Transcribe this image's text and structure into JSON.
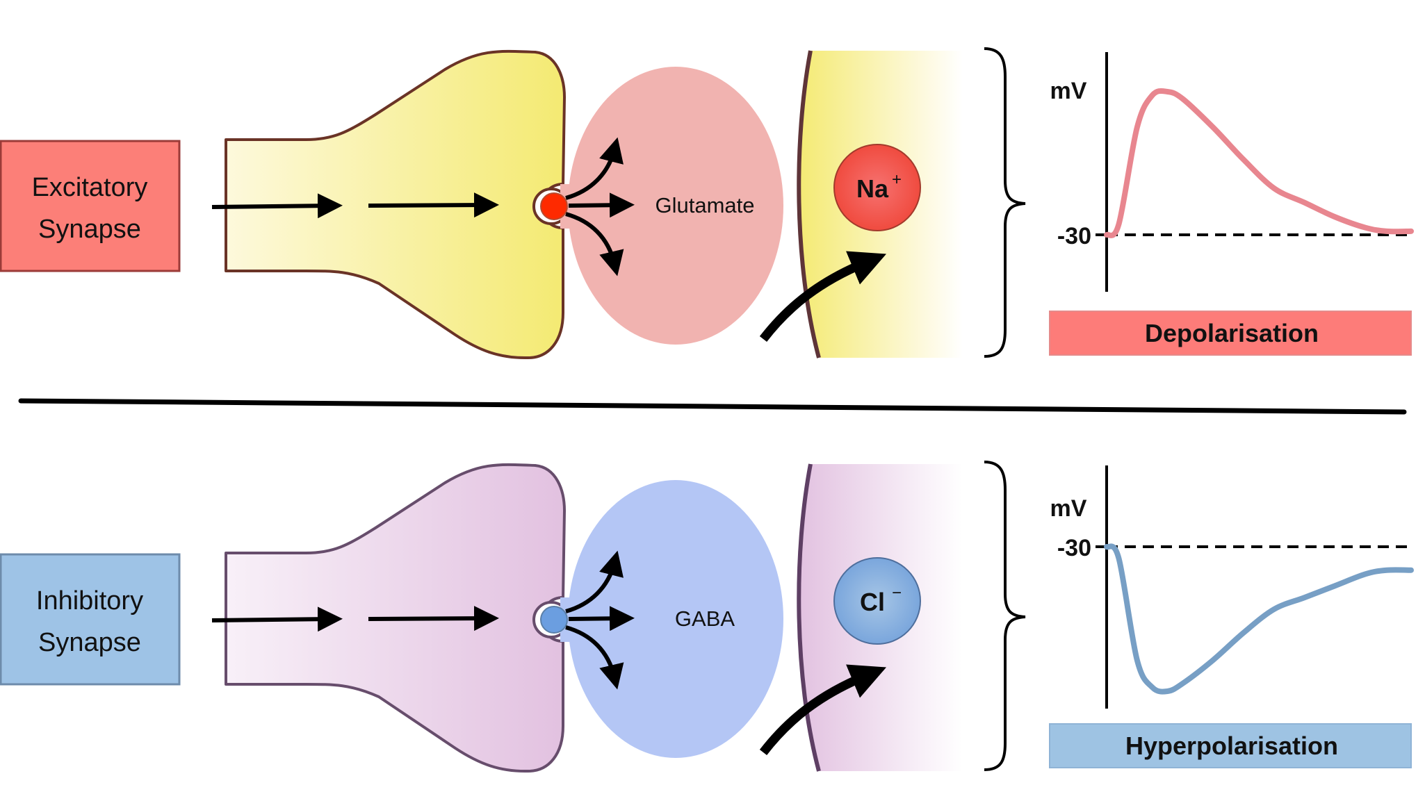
{
  "panels": [
    {
      "id": "excitatory",
      "label_line1": "Excitatory",
      "label_line2": "Synapse",
      "neurotransmitter": "Glutamate",
      "ion_symbol": "Na",
      "ion_charge": "+",
      "ylabel": "mV",
      "threshold_label": "-30",
      "result_label": "Depolarisation",
      "colors": {
        "label_box": "#fc7f78",
        "label_border": "#9b3b38",
        "terminal_light": "#fdf9dc",
        "terminal_dark": "#f4ea72",
        "terminal_border": "#6a3326",
        "cleft": "#f1b3b0",
        "vesicle": "#fe2a00",
        "ion": "#f04b3f",
        "ion_light": "#f67270",
        "trace": "#e8868f",
        "result_box": "#fd7c79"
      }
    },
    {
      "id": "inhibitory",
      "label_line1": "Inhibitory",
      "label_line2": "Synapse",
      "neurotransmitter": "GABA",
      "ion_symbol": "Cl",
      "ion_charge": "−",
      "ylabel": "mV",
      "threshold_label": "-30",
      "result_label": "Hyperpolarisation",
      "colors": {
        "label_box": "#9ec3e6",
        "label_border": "#6d8bab",
        "terminal_light": "#f8f0f8",
        "terminal_dark": "#e2c1e0",
        "terminal_border": "#674d6c",
        "cleft": "#b4c6f5",
        "vesicle": "#6b9ee0",
        "ion": "#7aa6dc",
        "ion_light": "#a7c6e6",
        "trace": "#779fc5",
        "result_box": "#9ec3e3"
      }
    }
  ],
  "chart_data": [
    {
      "type": "line",
      "title": "Depolarisation",
      "ylabel": "mV",
      "xlabel": "",
      "yticks": [
        "-30"
      ],
      "baseline": -30,
      "baseline_style": "dashed",
      "series": [
        {
          "name": "membrane potential",
          "x": [
            0,
            0.04,
            0.1,
            0.15,
            0.2,
            0.25,
            0.35,
            0.45,
            0.55,
            0.65,
            0.75,
            0.85,
            0.92,
            1.0
          ],
          "y": [
            -30,
            -27,
            0,
            9,
            10,
            8,
            0,
            -9,
            -17,
            -21,
            -25,
            -28,
            -29,
            -29
          ]
        }
      ],
      "ylim": [
        -32,
        14
      ],
      "xlim": [
        0,
        1
      ],
      "grid": false
    },
    {
      "type": "line",
      "title": "Hyperpolarisation",
      "ylabel": "mV",
      "xlabel": "",
      "yticks": [
        "-30"
      ],
      "baseline": -30,
      "baseline_style": "dashed",
      "series": [
        {
          "name": "membrane potential",
          "x": [
            0,
            0.04,
            0.1,
            0.15,
            0.2,
            0.25,
            0.35,
            0.45,
            0.55,
            0.65,
            0.75,
            0.85,
            0.92,
            1.0
          ],
          "y": [
            -30,
            -33,
            -59,
            -66,
            -67,
            -65,
            -59,
            -52,
            -46,
            -43,
            -40,
            -37,
            -36,
            -36
          ]
        }
      ],
      "ylim": [
        -70,
        -28
      ],
      "xlim": [
        0,
        1
      ],
      "grid": false
    }
  ]
}
